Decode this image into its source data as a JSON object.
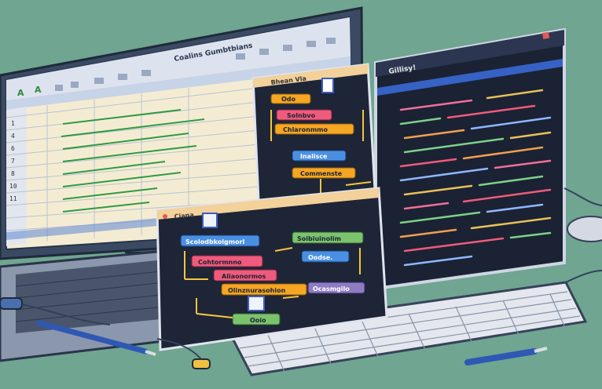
{
  "spreadsheet": {
    "title": "Coalins Gumbtbians",
    "toolbar_letters": [
      "A",
      "A"
    ],
    "row_numbers": [
      "1",
      "4",
      "6",
      "7",
      "8",
      "10",
      "11"
    ]
  },
  "flow_window_back": {
    "title": "Bhean Vla",
    "nodes": [
      "Odo",
      "Solnbvo",
      "Chlaronmmo",
      "Inalisce",
      "Commenste"
    ]
  },
  "flow_window_front": {
    "title": "Ciana",
    "nodes": [
      "Scolodbkolgmorl",
      "Cohtormnno",
      "Aliaonormos",
      "Olinznurasohion",
      "Soibiuinolim",
      "Oodse.",
      "Ocasmgilo",
      "Ooio"
    ]
  },
  "code_window": {
    "title": "Gillisy!"
  },
  "colors": {
    "background": "#6fa591",
    "node_orange": "#f5a623",
    "node_blue": "#4a90e2",
    "node_green": "#7cc36e",
    "node_pink": "#ef5b7c",
    "node_purple": "#8e7cc3",
    "node_yellow": "#f2d14a"
  }
}
